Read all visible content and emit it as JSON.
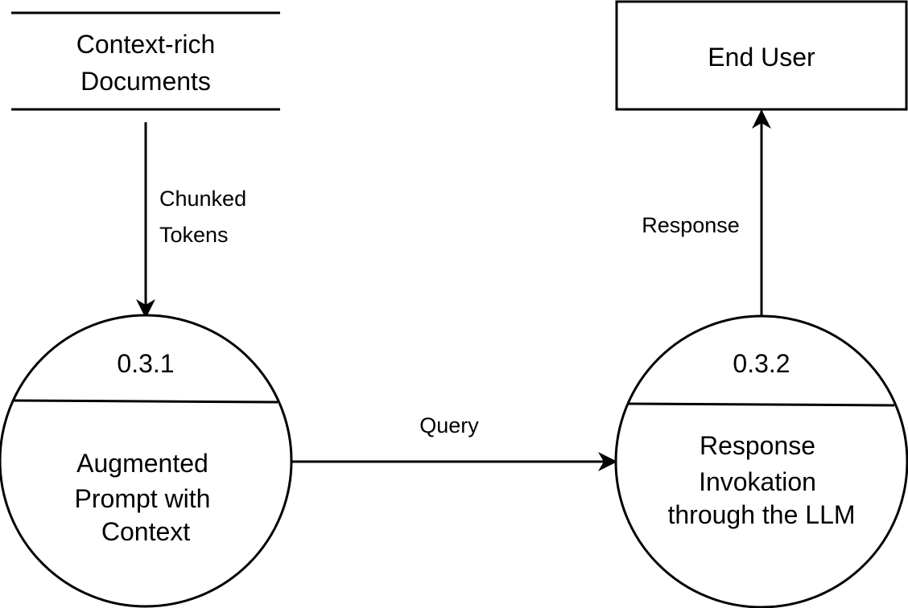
{
  "data_store": {
    "lines": [
      "Context-rich",
      "Documents"
    ]
  },
  "external_entity": {
    "label": "End User"
  },
  "processes": [
    {
      "id": "0.3.1",
      "lines": [
        "Augmented",
        "Prompt with",
        "Context"
      ]
    },
    {
      "id": "0.3.2",
      "lines": [
        "Response",
        "Invokation",
        "through the LLM"
      ]
    }
  ],
  "flows": {
    "documents_to_prompt": {
      "lines": [
        "Chunked",
        "Tokens"
      ]
    },
    "prompt_to_response": {
      "label": "Query"
    },
    "response_to_user": {
      "label": "Response"
    }
  },
  "colors": {
    "stroke": "#000000",
    "background": "#ffffff"
  }
}
